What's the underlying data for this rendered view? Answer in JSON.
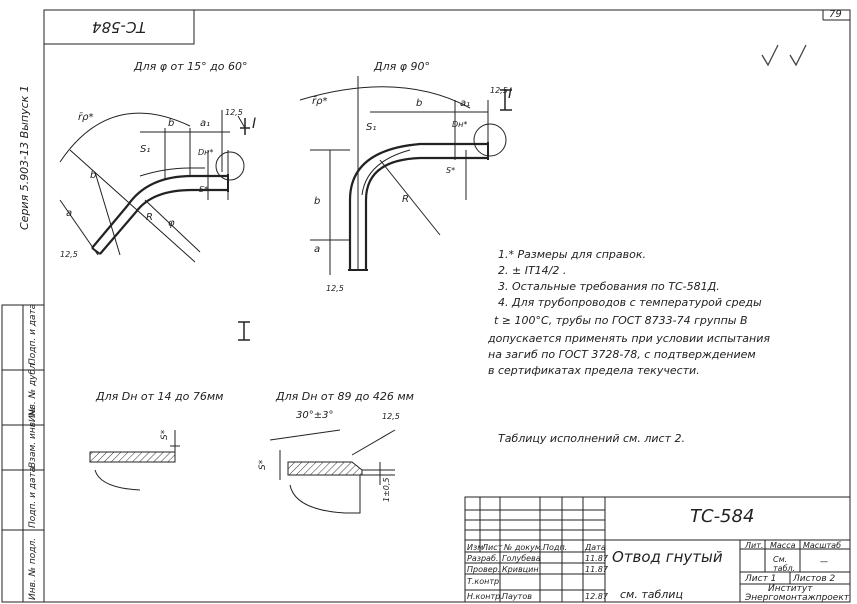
{
  "page_number": "79",
  "doc_code_box": "ТС-584",
  "series_vertical": "Серия 5.903-13 Выпуск 1",
  "views": {
    "left_title": "Для φ от 15° до 60°",
    "right_title": "Для φ 90°",
    "section_mark": "I",
    "detail_left_title": "Для Dн от 14 до 76мм",
    "detail_right_title": "Для Dн от 89 до 426 мм",
    "angle_label": "30°±3°"
  },
  "dims": {
    "rp": "r̄ρ*",
    "b": "b",
    "a1": "a₁",
    "ra": "12,5",
    "s1": "S₁",
    "dn": "Dн*",
    "s": "S*",
    "a": "a",
    "R": "R",
    "phi": "φ",
    "rb": "12,5",
    "s_detail": "S*",
    "one": "1±0,5"
  },
  "notes": [
    "1.* Размеры для справок.",
    "2. ± IT14/2 .",
    "3. Остальные требования по ТС-581Д.",
    "4. Для трубопроводов с температурой среды",
    "t ≥ 100°С, трубы по ГОСТ 8733-74 группы В",
    "допускается применять при условии испытания",
    "на загиб по ГОСТ 3728-78, с подтверждением",
    "в сертификатах предела текучести."
  ],
  "table_ref": "Таблицу исполнений см. лист 2.",
  "side_stamp": [
    "Подп. и дата",
    "Инв. № дубл.",
    "Взам. инв. №",
    "Подп. и дата",
    "Инв. № подл."
  ],
  "title_block": {
    "code": "ТС-584",
    "name": "Отвод гнутый",
    "material": "см. таблиц",
    "headers": [
      "Изм",
      "Лист",
      "№ докум.",
      "Подп.",
      "Дата"
    ],
    "rows": [
      [
        "Разраб.",
        "Голубева",
        "",
        "11.87"
      ],
      [
        "Провер.",
        "Кривцин",
        "",
        "11.87"
      ],
      [
        "Т.контр.",
        "",
        "",
        ""
      ],
      [
        "Н.контр.",
        "Паутов",
        "",
        "12.87"
      ]
    ],
    "lit": "Лит.",
    "mass": "Масса",
    "scale": "Масштаб",
    "mass_val": "См. табл.",
    "scale_val": "—",
    "sheet": "Лист 1",
    "sheets": "Листов 2",
    "org1": "Институт",
    "org2": "Энергомонтажпроект"
  }
}
